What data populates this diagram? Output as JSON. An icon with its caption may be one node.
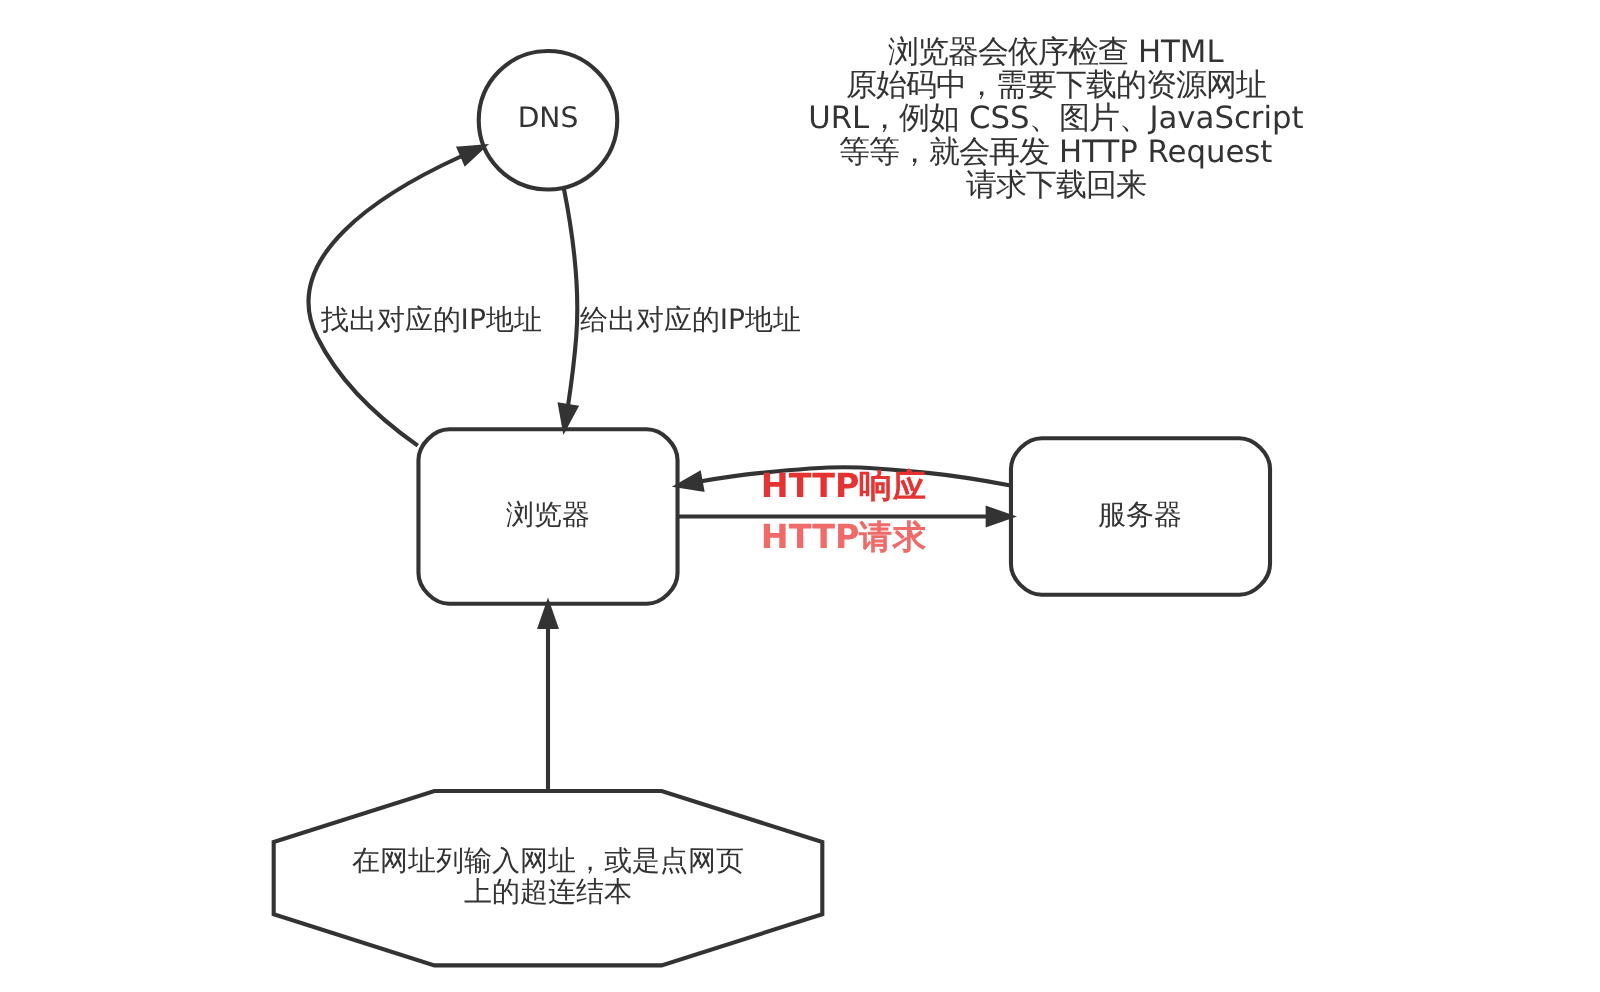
{
  "diagram": {
    "nodes": [
      {
        "text": [
          "DNS"
        ]
      },
      {
        "text": [
          "浏览器"
        ]
      },
      {
        "text": [
          "服务器"
        ]
      },
      {
        "text": [
          "在网址列输入网址，或是点网页上的超连结本"
        ]
      }
    ],
    "edges": [
      {
        "from": 1,
        "to": 0,
        "arrow": "to",
        "label": "找出对应的IP地址"
      },
      {
        "from": 0,
        "to": 1,
        "arrow": "to",
        "label": "给出对应的IP地址"
      },
      {
        "from": 1,
        "to": 2,
        "arrow": "to",
        "label": "HTTP请求"
      },
      {
        "from": 2,
        "to": 1,
        "arrow": "to",
        "label": "HTTP响应"
      },
      {
        "from": 3,
        "to": 1,
        "arrow": "to"
      }
    ],
    "labels": [
      "浏览器会依序检查 HTML 原始码中，需要下载的资源网址 URL，例如 CSS、图片、JavaScript 等等，就会再发 HTTP Request 请求下载回来"
    ]
  }
}
